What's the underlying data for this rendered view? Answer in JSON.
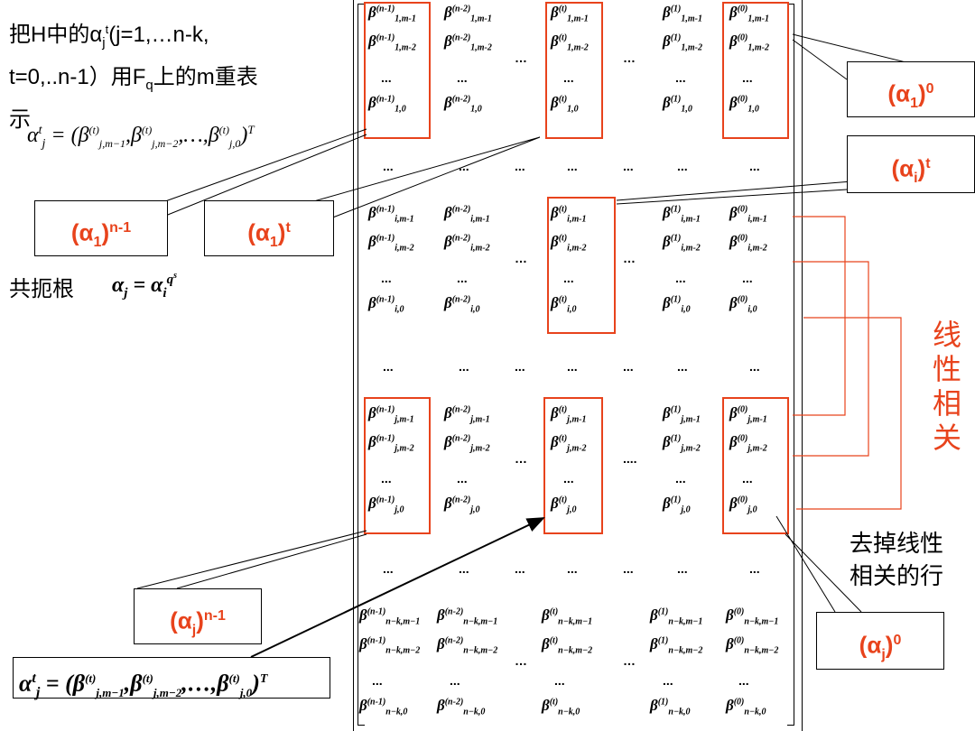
{
  "intro": {
    "line1_prefix": "把H中的α",
    "sub_j": "j",
    "sup_t": "t",
    "line1_suffix": "(j=1,…n-k,",
    "line2_prefix": "t=0,..n-1）用F",
    "sub_q": "q",
    "line2_suffix": "上的m重表",
    "line3": "示"
  },
  "formula_small": "α_j^t = (β^(t)_{j,m−1}, β^(t)_{j,m−2}, …, β^(t)_{j,0})^T",
  "conjugate": {
    "label": "共扼根",
    "equation": "α_j = α_i^{q^s}"
  },
  "formula_boxed": "α_j^t = (β^(t)_{j,m−1}, β^(t)_{j,m−2}, …, β^(t)_{j,0})^T",
  "labels": {
    "a1_0": "(α1)0",
    "ai_t": "(αi)t",
    "a1_n1": "(α1)n-1",
    "a1_t": "(α1)t",
    "aj_n1": "(αj)n-1",
    "aj_0": "(αj)0"
  },
  "side_vertical": [
    "线",
    "性",
    "相",
    "关"
  ],
  "remove_rows": [
    "去掉线性",
    "相关的行"
  ],
  "matrix": {
    "columns": [
      "(n-1)",
      "(n-2)",
      "(t)",
      "(1)",
      "(0)"
    ],
    "blocks": [
      {
        "row": "1",
        "subs": [
          "1,m-1",
          "1,m-2",
          "1,0"
        ]
      },
      {
        "row": "i",
        "subs": [
          "i,m-1",
          "i,m-2",
          "i,0"
        ]
      },
      {
        "row": "j",
        "subs": [
          "j,m-1",
          "j,m-2",
          "j,0"
        ]
      },
      {
        "row": "n-k",
        "subs": [
          "n−k,m−1",
          "n−k,m−2",
          "n−k,0"
        ]
      }
    ],
    "ellipsis": "...",
    "hdots": "…"
  },
  "colors": {
    "accent": "#e8431c",
    "line": "#000000"
  }
}
